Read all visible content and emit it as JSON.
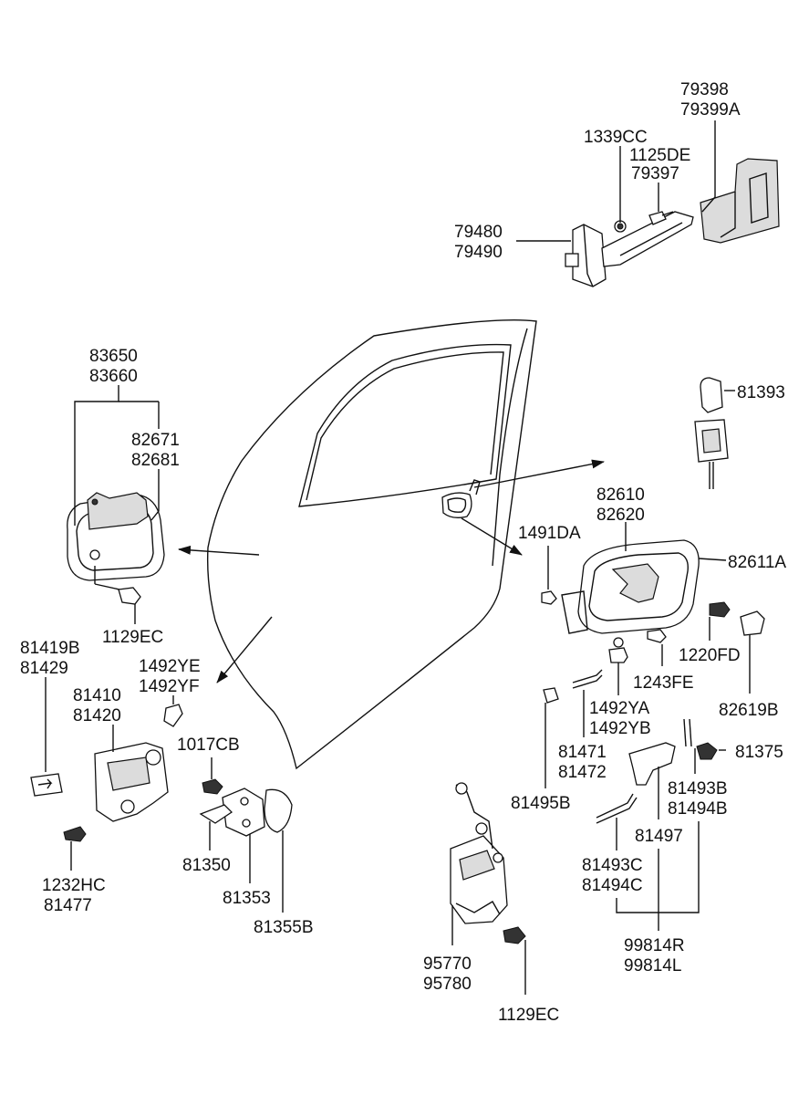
{
  "labels": [
    {
      "id": "lbl-79398",
      "text": "79398"
    },
    {
      "id": "lbl-79399A",
      "text": "79399A"
    },
    {
      "id": "lbl-1339CC",
      "text": "1339CC"
    },
    {
      "id": "lbl-1125DE",
      "text": "1125DE"
    },
    {
      "id": "lbl-79397",
      "text": "79397"
    },
    {
      "id": "lbl-79480",
      "text": "79480"
    },
    {
      "id": "lbl-79490",
      "text": "79490"
    },
    {
      "id": "lbl-83650",
      "text": "83650"
    },
    {
      "id": "lbl-83660",
      "text": "83660"
    },
    {
      "id": "lbl-82671",
      "text": "82671"
    },
    {
      "id": "lbl-82681",
      "text": "82681"
    },
    {
      "id": "lbl-1129EC-a",
      "text": "1129EC"
    },
    {
      "id": "lbl-81393",
      "text": "81393"
    },
    {
      "id": "lbl-82610",
      "text": "82610"
    },
    {
      "id": "lbl-82620",
      "text": "82620"
    },
    {
      "id": "lbl-1491DA",
      "text": "1491DA"
    },
    {
      "id": "lbl-82611A",
      "text": "82611A"
    },
    {
      "id": "lbl-1220FD",
      "text": "1220FD"
    },
    {
      "id": "lbl-1243FE",
      "text": "1243FE"
    },
    {
      "id": "lbl-82619B",
      "text": "82619B"
    },
    {
      "id": "lbl-81419B",
      "text": "81419B"
    },
    {
      "id": "lbl-81429",
      "text": "81429"
    },
    {
      "id": "lbl-1492YE",
      "text": "1492YE"
    },
    {
      "id": "lbl-1492YF",
      "text": "1492YF"
    },
    {
      "id": "lbl-81410",
      "text": "81410"
    },
    {
      "id": "lbl-81420",
      "text": "81420"
    },
    {
      "id": "lbl-1017CB",
      "text": "1017CB"
    },
    {
      "id": "lbl-1492YA",
      "text": "1492YA"
    },
    {
      "id": "lbl-1492YB",
      "text": "1492YB"
    },
    {
      "id": "lbl-81471",
      "text": "81471"
    },
    {
      "id": "lbl-81472",
      "text": "81472"
    },
    {
      "id": "lbl-81495B",
      "text": "81495B"
    },
    {
      "id": "lbl-81375",
      "text": "81375"
    },
    {
      "id": "lbl-81493B",
      "text": "81493B"
    },
    {
      "id": "lbl-81494B",
      "text": "81494B"
    },
    {
      "id": "lbl-81497",
      "text": "81497"
    },
    {
      "id": "lbl-81350",
      "text": "81350"
    },
    {
      "id": "lbl-81353",
      "text": "81353"
    },
    {
      "id": "lbl-81355B",
      "text": "81355B"
    },
    {
      "id": "lbl-1232HC",
      "text": "1232HC"
    },
    {
      "id": "lbl-81477",
      "text": "81477"
    },
    {
      "id": "lbl-81493C",
      "text": "81493C"
    },
    {
      "id": "lbl-81494C",
      "text": "81494C"
    },
    {
      "id": "lbl-99814R",
      "text": "99814R"
    },
    {
      "id": "lbl-99814L",
      "text": "99814L"
    },
    {
      "id": "lbl-95770",
      "text": "95770"
    },
    {
      "id": "lbl-95780",
      "text": "95780"
    },
    {
      "id": "lbl-1129EC-b",
      "text": "1129EC"
    }
  ]
}
